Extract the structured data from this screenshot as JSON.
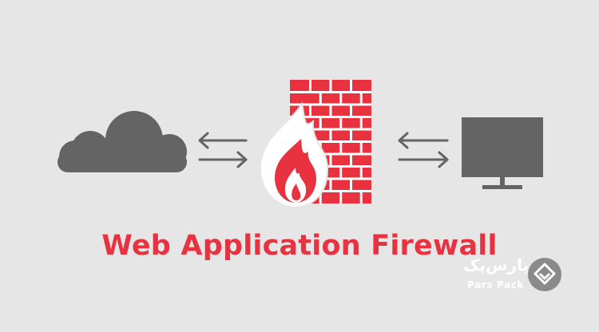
{
  "title": "Web Application Firewall",
  "brand": {
    "name_fa": "پارس‌پک",
    "name_en": "Pars Pack"
  },
  "nodes": [
    {
      "name": "cloud",
      "icon": "cloud-icon"
    },
    {
      "name": "firewall",
      "icon": "brick-wall-fire-icon"
    },
    {
      "name": "computer",
      "icon": "monitor-icon"
    }
  ],
  "colors": {
    "accent": "#e8323f",
    "icon": "#646464",
    "background": "#e6e6e6"
  }
}
